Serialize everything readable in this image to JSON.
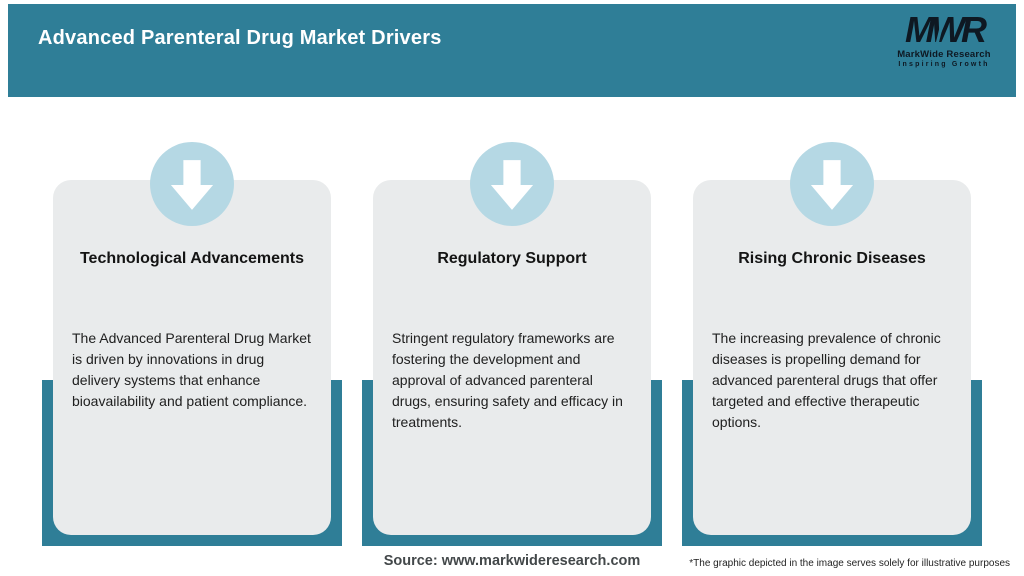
{
  "page": {
    "title": "Advanced Parenteral Drug Market Drivers",
    "source": "Source: www.markwideresearch.com",
    "disclaimer": "*The graphic depicted in the image serves solely for illustrative purposes"
  },
  "logo": {
    "acronym": "MWR",
    "name": "MarkWide Research",
    "tagline": "Inspiring Growth"
  },
  "cards": [
    {
      "title": "Technological Advancements",
      "body": "The Advanced Parenteral Drug Market is driven by innovations in drug delivery systems that enhance bioavailability and patient compliance."
    },
    {
      "title": "Regulatory Support",
      "body": "Stringent regulatory frameworks are fostering the development and approval of advanced parenteral drugs, ensuring safety and efficacy in treatments."
    },
    {
      "title": "Rising Chronic Diseases",
      "body": "The increasing prevalence of chronic diseases is propelling demand for advanced parenteral drugs that offer targeted and effective therapeutic options."
    }
  ],
  "icons": {
    "card_icon": "down-arrow-icon"
  },
  "colors": {
    "teal": "#2f7e97",
    "card_bg": "#e9ebec",
    "circle_bg": "#b5d8e4",
    "title_text": "#ffffff",
    "body_text": "#202020"
  }
}
